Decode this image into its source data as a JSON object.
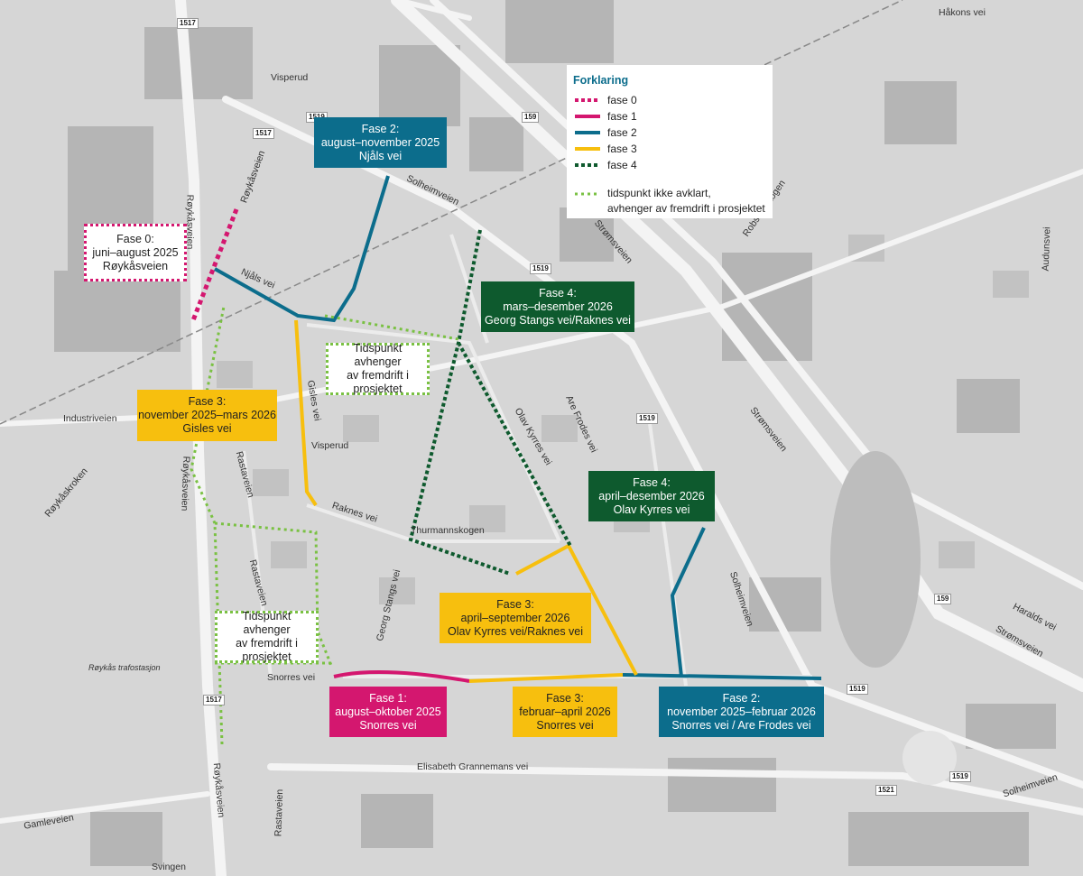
{
  "legend": {
    "title": "Forklaring",
    "items": [
      {
        "label": "fase 0",
        "color": "#d4176f",
        "style": "dotted"
      },
      {
        "label": "fase 1",
        "color": "#d4176f",
        "style": "solid"
      },
      {
        "label": "fase 2",
        "color": "#0c6d8c",
        "style": "solid"
      },
      {
        "label": "fase 3",
        "color": "#f7bf0e",
        "style": "solid"
      },
      {
        "label": "fase 4",
        "color": "#0e5a2e",
        "style": "dotted"
      }
    ],
    "note_line1": "tidspunkt ikke avklart,",
    "note_line2": "avhenger av fremdrift i prosjektet",
    "note_color": "#7ac143"
  },
  "boxes": {
    "fase0": {
      "l1": "Fase 0:",
      "l2": "juni–august 2025",
      "l3": "Røykåsveien"
    },
    "fase1_snorres": {
      "l1": "Fase 1:",
      "l2": "august–oktober 2025",
      "l3": "Snorres vei"
    },
    "fase2_njals": {
      "l1": "Fase 2:",
      "l2": "august–november 2025",
      "l3": "Njåls vei"
    },
    "fase2_snorres": {
      "l1": "Fase 2:",
      "l2": "november 2025–februar 2026",
      "l3": "Snorres vei / Are Frodes vei"
    },
    "fase3_gisles": {
      "l1": "Fase 3:",
      "l2": "november 2025–mars 2026",
      "l3": "Gisles vei"
    },
    "fase3_olav": {
      "l1": "Fase 3:",
      "l2": "april–september 2026",
      "l3": "Olav Kyrres vei/Raknes vei"
    },
    "fase3_snorres": {
      "l1": "Fase 3:",
      "l2": "februar–april 2026",
      "l3": "Snorres vei"
    },
    "fase4_georg": {
      "l1": "Fase 4:",
      "l2": "mars–desember 2026",
      "l3": "Georg Stangs vei/Raknes vei"
    },
    "fase4_olav": {
      "l1": "Fase 4:",
      "l2": "april–desember 2026",
      "l3": "Olav Kyrres vei"
    },
    "tbd_top": {
      "l1": "Tidspunkt avhenger",
      "l2": "av fremdrift i",
      "l3": "prosjektet"
    },
    "tbd_bottom": {
      "l1": "Tidspunkt avhenger",
      "l2": "av fremdrift i",
      "l3": "prosjektet"
    }
  },
  "roads": {
    "solheimveien": "Solheimveien",
    "solheimveien_e": "Solheimveien",
    "solheimveien_se": "Solheimveien",
    "rokaasveien": "Røykåsveien",
    "rokaasveien_s": "Røykåsveien",
    "rokaasveien_n": "Røykåsveien",
    "rokaasveien_b": "Røykåsveien",
    "njals": "Njåls vei",
    "gisles": "Gisles vei",
    "raknes": "Raknes vei",
    "snorres": "Snorres vei",
    "georg": "Georg Stangs vei",
    "olav": "Olav Kyrres vei",
    "are": "Are Frodes vei",
    "stromsveien": "Strømsveien",
    "stromsveien_e": "Strømsveien",
    "stromsveien_n": "Strømsveien",
    "robsrud": "Robsrudskogen",
    "rastaveien": "Rastaveien",
    "rastaveien_s": "Rastaveien",
    "rastaveien_n": "Rastaveien",
    "industri": "Industriveien",
    "elisabeth": "Elisabeth Grannemans vei",
    "haakons": "Håkons vei",
    "audun": "Audunsvei",
    "haralds": "Haralds vei",
    "visperud": "Visperud",
    "visperud2": "Visperud",
    "thurmann": "Thurmannskogen",
    "trafo": "Røykås trafostasjon",
    "gamle": "Gamleveien",
    "roykaskroken": "Røykåskroken",
    "svingen": "Svingen"
  },
  "shields": [
    "1517",
    "1517",
    "1519",
    "159",
    "1519",
    "1519",
    "159",
    "1519",
    "1519",
    "1521",
    "1517"
  ]
}
